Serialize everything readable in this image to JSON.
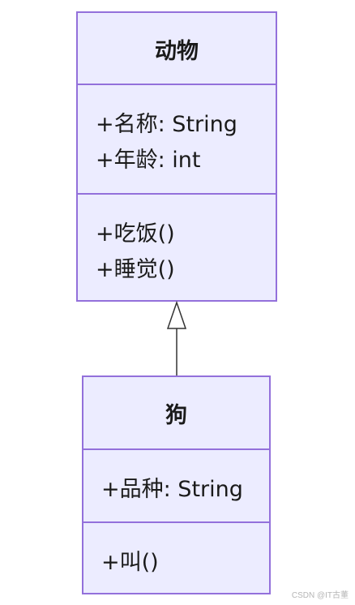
{
  "classes": {
    "animal": {
      "name": "动物",
      "attributes": [
        "+名称: String",
        "+年龄: int"
      ],
      "methods": [
        "+吃饭()",
        "+睡觉()"
      ]
    },
    "dog": {
      "name": "狗",
      "attributes": [
        "+品种: String"
      ],
      "methods": [
        "+叫()"
      ]
    }
  },
  "relationship": {
    "type": "inheritance",
    "from": "狗",
    "to": "动物"
  },
  "watermark": "CSDN @IT古董",
  "colors": {
    "fill": "#ececff",
    "stroke": "#9370db",
    "line": "#333333"
  }
}
